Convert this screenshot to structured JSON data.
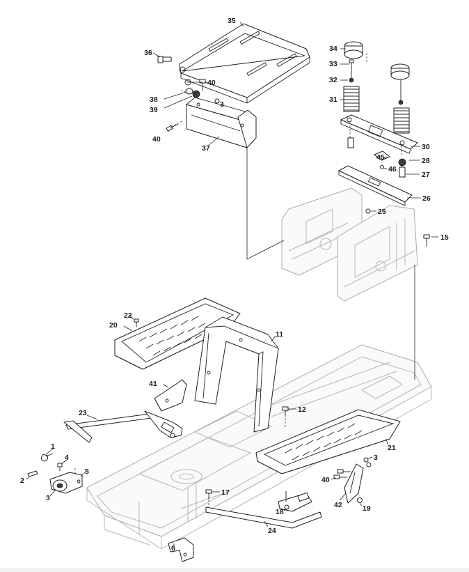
{
  "diagram": {
    "labels": {
      "p1": "1",
      "p2": "2",
      "p3a": "3",
      "p3b": "3",
      "p3c": "3",
      "p4": "4",
      "p5": "5",
      "p6": "6",
      "p11": "11",
      "p12": "12",
      "p15": "15",
      "p17": "17",
      "p18": "18",
      "p19": "19",
      "p20": "20",
      "p21": "21",
      "p22": "22",
      "p23": "23",
      "p24": "24",
      "p25": "25",
      "p26": "26",
      "p27": "27",
      "p28": "28",
      "p30": "30",
      "p31": "31",
      "p32": "32",
      "p33": "33",
      "p34": "34",
      "p35": "35",
      "p36": "36",
      "p37": "37",
      "p38": "38",
      "p39": "39",
      "p40a": "40",
      "p40b": "40",
      "p40c": "40",
      "p41": "41",
      "p42": "42",
      "p45": "45",
      "p46": "46"
    }
  }
}
